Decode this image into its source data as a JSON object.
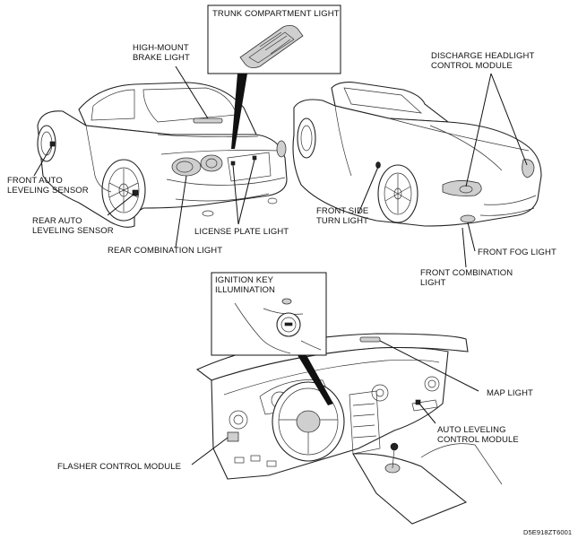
{
  "labels": {
    "trunk_compartment_light": "TRUNK COMPARTMENT LIGHT",
    "high_mount_brake_light": "HIGH-MOUNT\nBRAKE LIGHT",
    "discharge_headlight_control_module": "DISCHARGE HEADLIGHT\nCONTROL MODULE",
    "front_auto_leveling_sensor": "FRONT AUTO\nLEVELING SENSOR",
    "rear_auto_leveling_sensor": "REAR AUTO\nLEVELING SENSOR",
    "front_side_turn_light": "FRONT SIDE\nTURN LIGHT",
    "license_plate_light": "LICENSE PLATE LIGHT",
    "front_fog_light": "FRONT FOG LIGHT",
    "rear_combination_light": "REAR COMBINATION LIGHT",
    "front_combination_light": "FRONT COMBINATION\nLIGHT",
    "ignition_key_illumination": "IGNITION KEY\nILLUMINATION",
    "map_light": "MAP LIGHT",
    "auto_leveling_control_module": "AUTO LEVELING\nCONTROL MODULE",
    "flasher_control_module": "FLASHER CONTROL MODULE"
  },
  "figure_code": "D5E918ZT6001"
}
